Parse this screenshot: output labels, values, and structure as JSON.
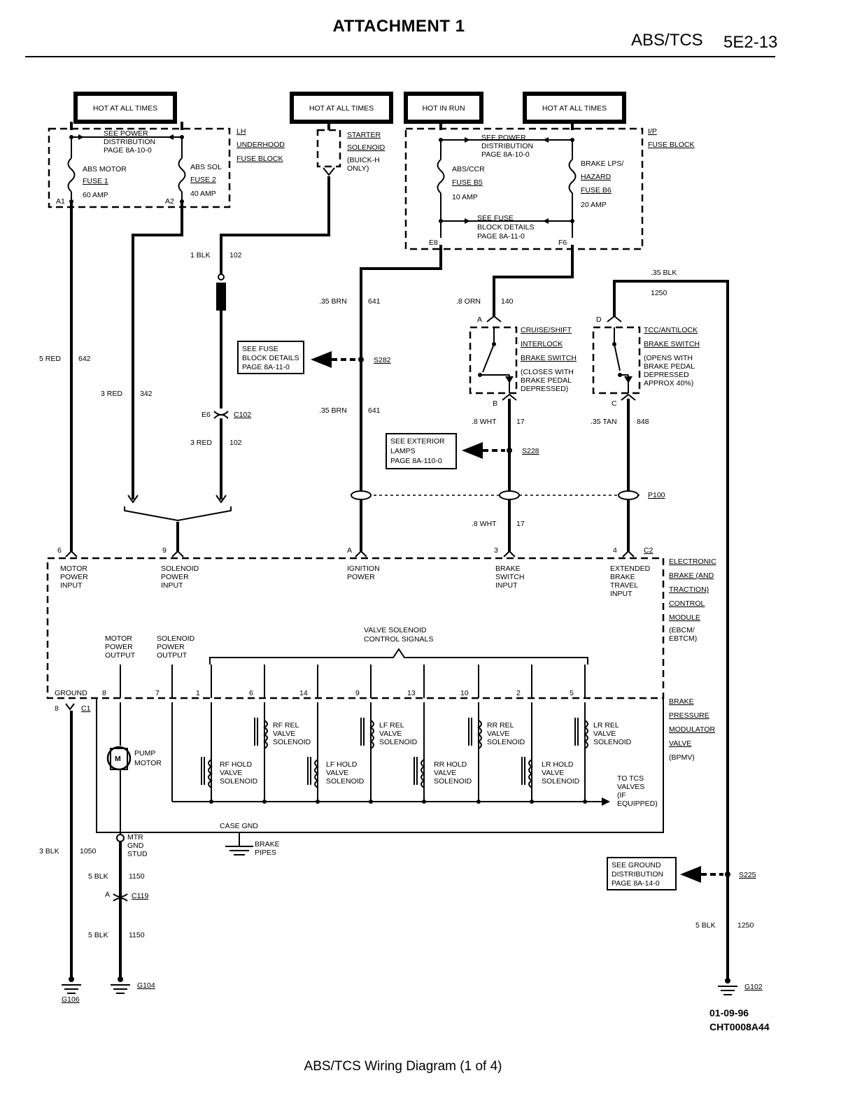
{
  "header": {
    "title": "ATTACHMENT 1",
    "section": "ABS/TCS",
    "page": "5E2-13"
  },
  "footer": {
    "caption": "ABS/TCS Wiring Diagram (1 of 4)",
    "date": "01-09-96",
    "code": "CHT0008A44"
  },
  "power_headers": [
    "HOT AT ALL TIMES",
    "HOT AT ALL TIMES",
    "HOT IN RUN",
    "HOT AT ALL TIMES"
  ],
  "lh_fuse_block": {
    "label": [
      "LH",
      "UNDERHOOD",
      "FUSE BLOCK"
    ],
    "note": [
      "SEE POWER",
      "DISTRIBUTION",
      "PAGE 8A-10-0"
    ],
    "fuse1": [
      "ABS MOTOR",
      "FUSE 1",
      "60 AMP"
    ],
    "fuse2": [
      "ABS SOL",
      "FUSE 2",
      "40 AMP"
    ],
    "pins": [
      "A1",
      "A2"
    ]
  },
  "starter": [
    "STARTER",
    "SOLENOID",
    "(BUICK-H",
    "ONLY)"
  ],
  "ip_fuse_block": {
    "label": [
      "I/P",
      "FUSE BLOCK"
    ],
    "note_top": [
      "SEE POWER",
      "DISTRIBUTION",
      "PAGE 8A-10-0"
    ],
    "note_bottom": [
      "SEE FUSE",
      "BLOCK DETAILS",
      "PAGE 8A-11-0"
    ],
    "fuse_left": [
      "ABS/CCR",
      "FUSE B5",
      "10 AMP"
    ],
    "fuse_right": [
      "BRAKE LPS/",
      "HAZARD",
      "FUSE B6",
      "20 AMP"
    ],
    "pins": [
      "E8",
      "F6"
    ]
  },
  "wires": {
    "w642": [
      "5 RED",
      "642"
    ],
    "w342": [
      "3 RED",
      "342"
    ],
    "w102a": [
      "1 BLK",
      "102"
    ],
    "w102b": [
      "3 RED",
      "102"
    ],
    "c102": [
      "E6",
      "C102"
    ],
    "w641a": [
      ".35 BRN",
      "641"
    ],
    "w641b": [
      ".35 BRN",
      "641"
    ],
    "s282": "S282",
    "w140": [
      ".8 ORN",
      "140"
    ],
    "w17a": [
      ".8 WHT",
      "17"
    ],
    "s228": "S228",
    "w17b": [
      ".8 WHT",
      "17"
    ],
    "w1250top": [
      ".35 BLK",
      "1250"
    ],
    "w848": [
      ".35 TAN",
      "848"
    ],
    "p100": "P100",
    "w1050": [
      "3 BLK",
      "1050"
    ],
    "w1150a": [
      "5 BLK",
      "1150"
    ],
    "w1150b": [
      "5 BLK",
      "1150"
    ],
    "c119": [
      "A",
      "C119"
    ],
    "s225": "S225",
    "w1250bot": [
      "5 BLK",
      "1250"
    ]
  },
  "callouts": {
    "fuse_details": [
      "SEE FUSE",
      "BLOCK DETAILS",
      "PAGE 8A-11-0"
    ],
    "exterior_lamps": [
      "SEE EXTERIOR",
      "LAMPS",
      "PAGE 8A-110-0"
    ],
    "ground_dist": [
      "SEE GROUND",
      "DISTRIBUTION",
      "PAGE 8A-14-0"
    ]
  },
  "switches": {
    "cruise": {
      "label": [
        "CRUISE/SHIFT",
        "INTERLOCK",
        "BRAKE SWITCH",
        "(CLOSES WITH",
        "BRAKE PEDAL",
        "DEPRESSED)"
      ],
      "pins": [
        "A",
        "B"
      ]
    },
    "tcc": {
      "label": [
        "TCC/ANTILOCK",
        "BRAKE SWITCH",
        "(OPENS WITH",
        "BRAKE PEDAL",
        "DEPRESSED",
        "APPROX 40%)"
      ],
      "pins": [
        "D",
        "C"
      ]
    }
  },
  "module": {
    "label": [
      "ELECTRONIC",
      "BRAKE (AND",
      "TRACTION)",
      "CONTROL",
      "MODULE",
      "(EBCM/",
      "EBTCM)"
    ],
    "inputs": [
      {
        "pin": "6",
        "label": [
          "MOTOR",
          "POWER",
          "INPUT"
        ]
      },
      {
        "pin": "9",
        "label": [
          "SOLENOID",
          "POWER",
          "INPUT"
        ]
      },
      {
        "pin": "A",
        "label": [
          "IGNITION",
          "POWER"
        ]
      },
      {
        "pin": "3",
        "label": [
          "BRAKE",
          "SWITCH",
          "INPUT"
        ]
      },
      {
        "pin": "4",
        "label": [
          "EXTENDED",
          "BRAKE",
          "TRAVEL",
          "INPUT"
        ]
      }
    ],
    "connector_c2": "C2",
    "outputs": {
      "motor": [
        "MOTOR",
        "POWER",
        "OUTPUT"
      ],
      "solenoid": [
        "SOLENOID",
        "POWER",
        "OUTPUT"
      ],
      "valve_signals": [
        "VALVE SOLENOID",
        "CONTROL SIGNALS"
      ]
    },
    "ground": {
      "label": "GROUND",
      "pin": "8",
      "connector": "C1"
    },
    "output_pins": [
      "8",
      "7",
      "1",
      "6",
      "14",
      "9",
      "13",
      "10",
      "2",
      "5"
    ]
  },
  "bpmv": {
    "label": [
      "BRAKE",
      "PRESSURE",
      "MODULATOR",
      "VALVE",
      "(BPMV)"
    ],
    "pump": [
      "PUMP",
      "MOTOR"
    ],
    "pump_symbol": "M",
    "solenoids": [
      [
        "RF REL",
        "VALVE",
        "SOLENOID"
      ],
      [
        "LF REL",
        "VALVE",
        "SOLENOID"
      ],
      [
        "RR REL",
        "VALVE",
        "SOLENOID"
      ],
      [
        "LR REL",
        "VALVE",
        "SOLENOID"
      ],
      [
        "RF HOLD",
        "VALVE",
        "SOLENOID"
      ],
      [
        "LF HOLD",
        "VALVE",
        "SOLENOID"
      ],
      [
        "RR HOLD",
        "VALVE",
        "SOLENOID"
      ],
      [
        "LR HOLD",
        "VALVE",
        "SOLENOID"
      ]
    ],
    "tcs_note": [
      "TO TCS",
      "VALVES",
      "(IF",
      "EQUIPPED)"
    ],
    "case_gnd": "CASE GND",
    "brake_pipes": [
      "BRAKE",
      "PIPES"
    ]
  },
  "grounds": {
    "mtr_stud": [
      "MTR",
      "GND",
      "STUD"
    ],
    "g106": "G106",
    "g104": "G104",
    "g102": "G102"
  }
}
